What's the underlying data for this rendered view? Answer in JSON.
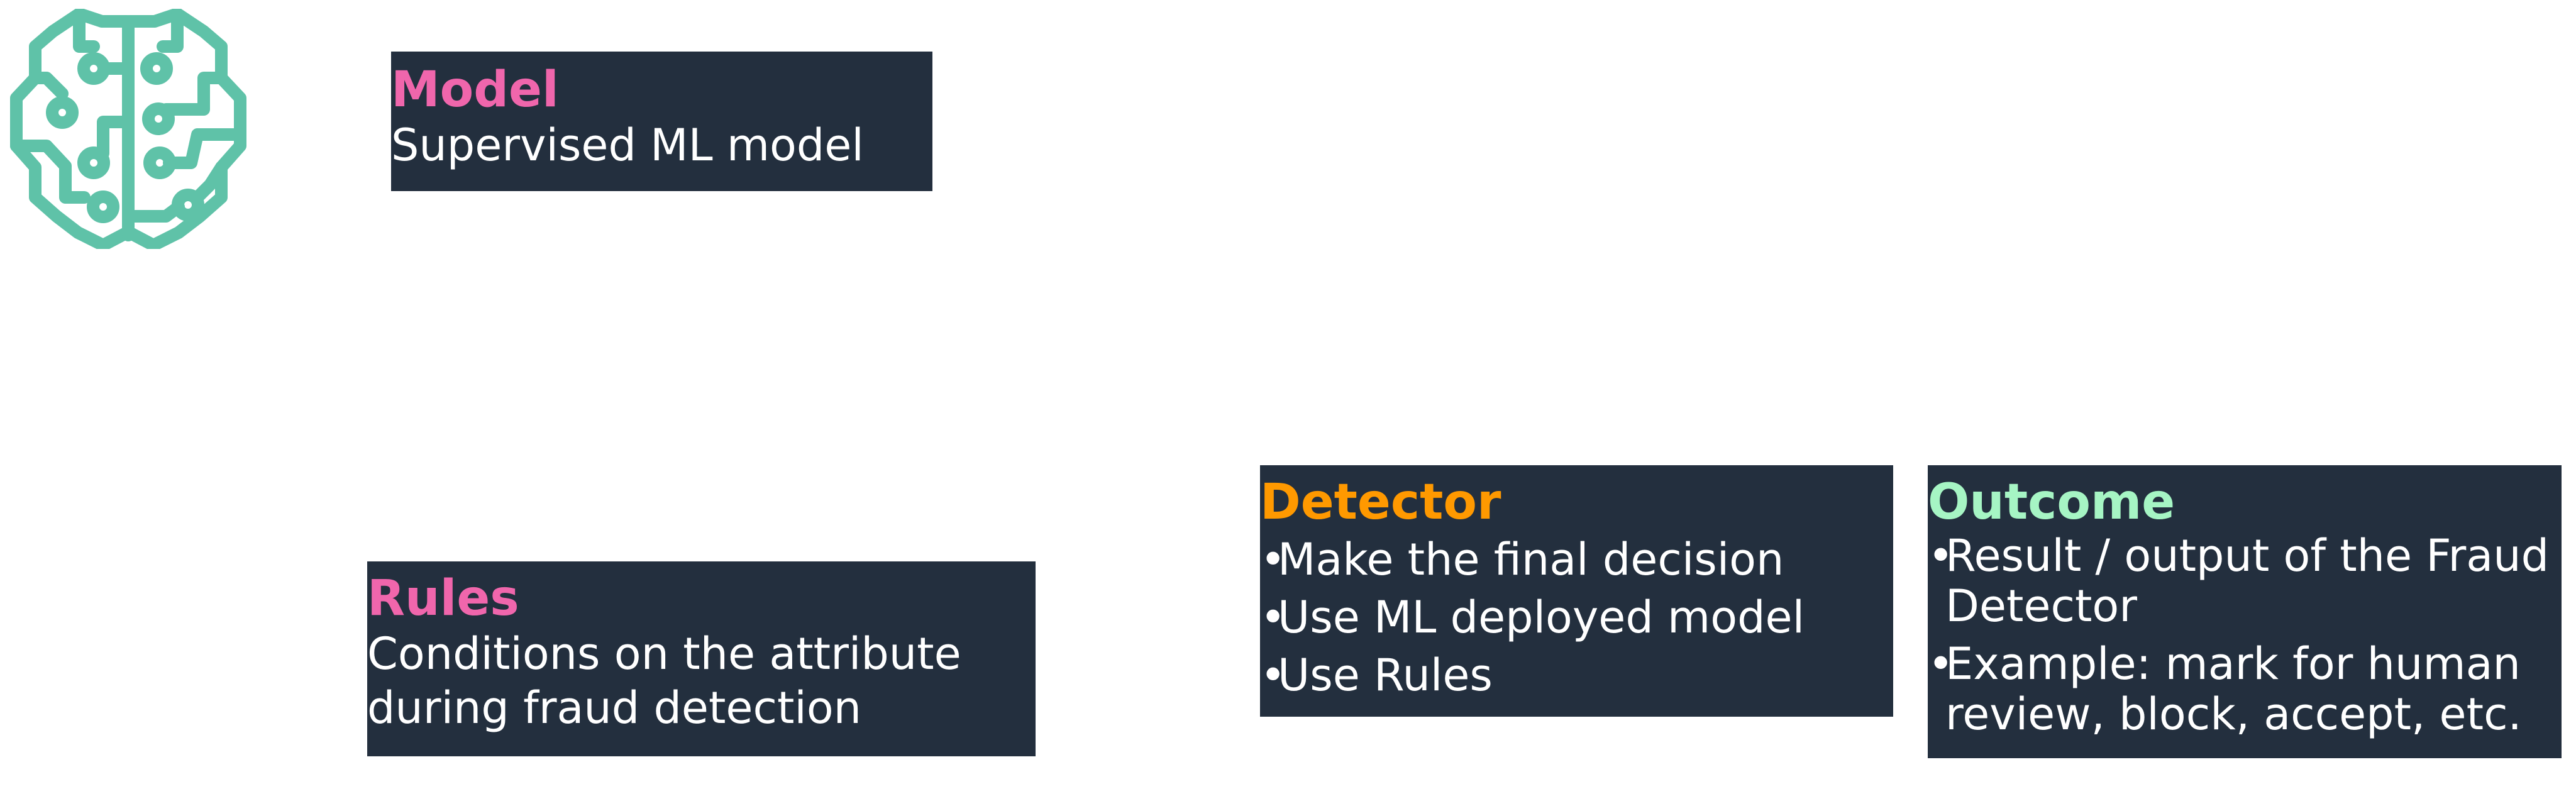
{
  "colors": {
    "card_bg": "#232f3e",
    "model_accent": "#f066ac",
    "rules_accent": "#f066ac",
    "detector_accent": "#ff9900",
    "outcome_accent": "#a6f5c4",
    "icon_color": "#5fc2a8"
  },
  "icon": "brain-circuit-icon",
  "model": {
    "title": "Model",
    "body": "Supervised ML model"
  },
  "rules": {
    "title": "Rules",
    "body_line1": "Conditions on the attribute",
    "body_line2": "during fraud detection"
  },
  "detector": {
    "title": "Detector",
    "bullets": [
      "Make the final decision",
      "Use ML deployed model",
      "Use Rules"
    ]
  },
  "outcome": {
    "title": "Outcome",
    "bullets": [
      "Result / output of the Fraud Detector",
      "Example: mark for human review, block, accept, etc."
    ]
  }
}
